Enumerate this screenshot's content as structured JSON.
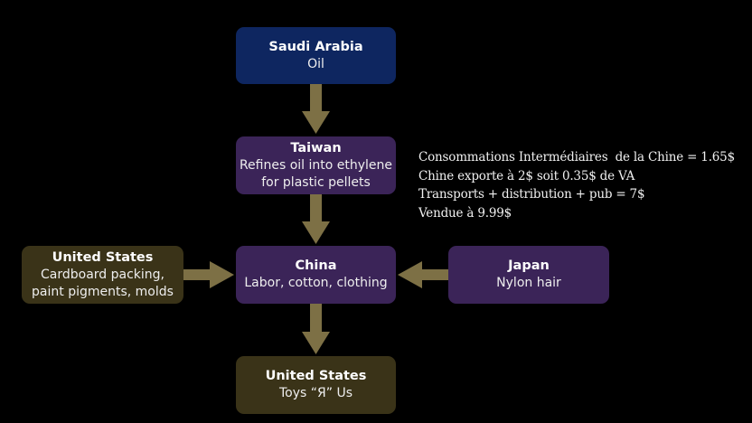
{
  "nodes": {
    "saudi": {
      "title": "Saudi Arabia",
      "desc": "Oil"
    },
    "taiwan": {
      "title": "Taiwan",
      "desc1": "Refines oil into ethylene",
      "desc2": "for plastic pellets"
    },
    "china": {
      "title": "China",
      "desc": "Labor, cotton, clothing"
    },
    "us_left": {
      "title": "United States",
      "desc1": "Cardboard packing,",
      "desc2": "paint pigments, molds"
    },
    "japan": {
      "title": "Japan",
      "desc": "Nylon hair"
    },
    "us_bottom": {
      "title": "United States",
      "desc": "Toys “Я” Us"
    }
  },
  "notes": [
    "Consommations Intermédiaires  de la Chine = 1.65$",
    "Chine exporte à 2$ soit 0.35$ de VA",
    "Transports + distribution + pub = 7$",
    "Vendue à 9.99$"
  ],
  "colors": {
    "arrow": "#7d7045",
    "navy": "#0e2660",
    "purple": "#3b2458",
    "olive": "#3a3318"
  }
}
